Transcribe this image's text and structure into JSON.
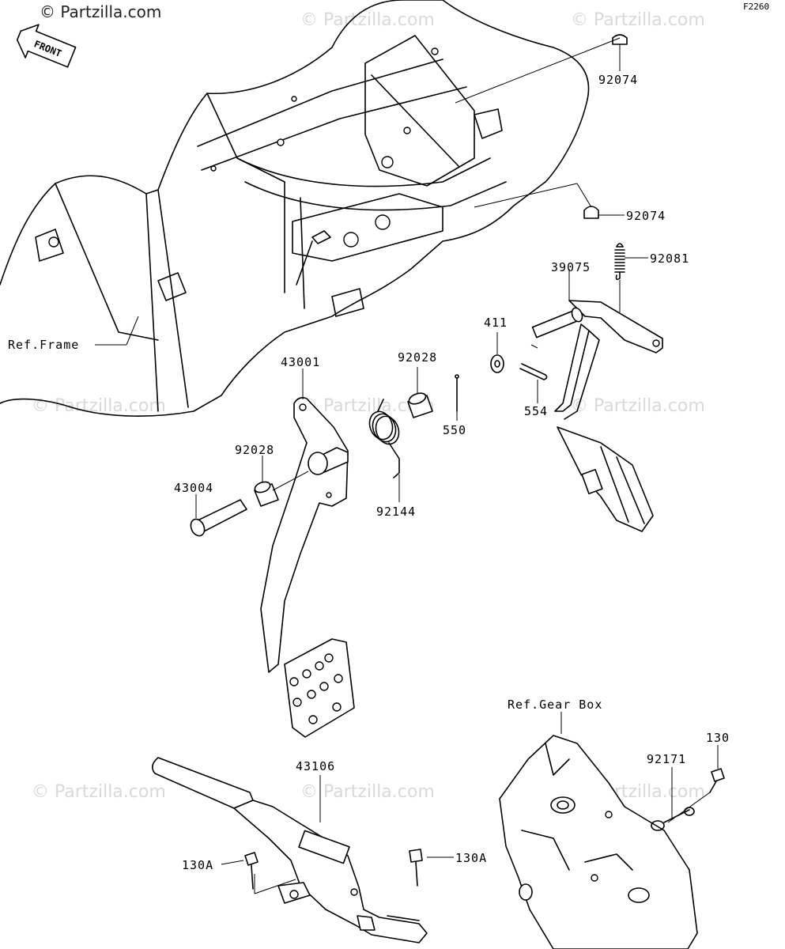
{
  "figure_code": "F2260",
  "brand_logo": "© Partzilla.com",
  "watermark": "© Partzilla.com",
  "front_label": "FRONT",
  "labels": {
    "p92074_top": "92074",
    "p92074_mid": "92074",
    "p92081": "92081",
    "p39075": "39075",
    "p411": "411",
    "p554": "554",
    "p550": "550",
    "p92028_top": "92028",
    "p43001": "43001",
    "p92028_left": "92028",
    "p43004": "43004",
    "p92144": "92144",
    "ref_frame": "Ref.Frame",
    "ref_gear_box": "Ref.Gear Box",
    "p43106": "43106",
    "p130A_left": "130A",
    "p130A_right": "130A",
    "p92171": "92171",
    "p130": "130"
  }
}
